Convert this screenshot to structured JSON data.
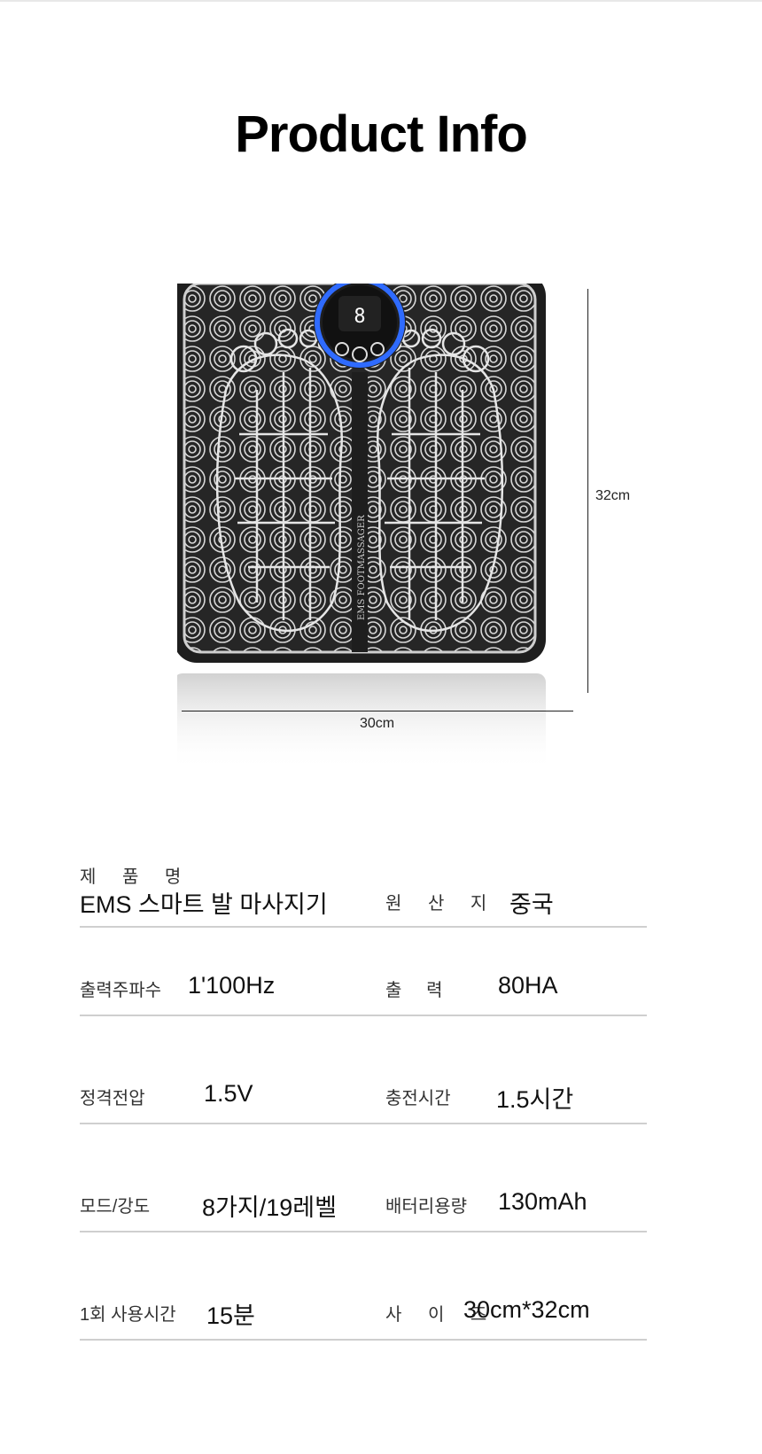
{
  "title": "Product Info",
  "product": {
    "brand_text": "EMS FOOTMASSAGER",
    "height_label": "32cm",
    "width_label": "30cm"
  },
  "specs": [
    {
      "left_label": "제 품 명",
      "left_value": "EMS 스마트 발 마사지기",
      "right_label": "원 산 지",
      "right_value": "중국"
    },
    {
      "left_label": "출력주파수",
      "left_value": "1'100Hz",
      "right_label": "출     력",
      "right_value": "80HA"
    },
    {
      "left_label": "정격전압",
      "left_value": "1.5V",
      "right_label": "충전시간",
      "right_value": "1.5시간"
    },
    {
      "left_label": "모드/강도",
      "left_value": "8가지/19레벨",
      "right_label": "배터리용량",
      "right_value": "130mAh"
    },
    {
      "left_label": "1회 사용시간",
      "left_value": "15분",
      "right_label": "사 이 즈",
      "right_value": "30cm*32cm"
    }
  ]
}
